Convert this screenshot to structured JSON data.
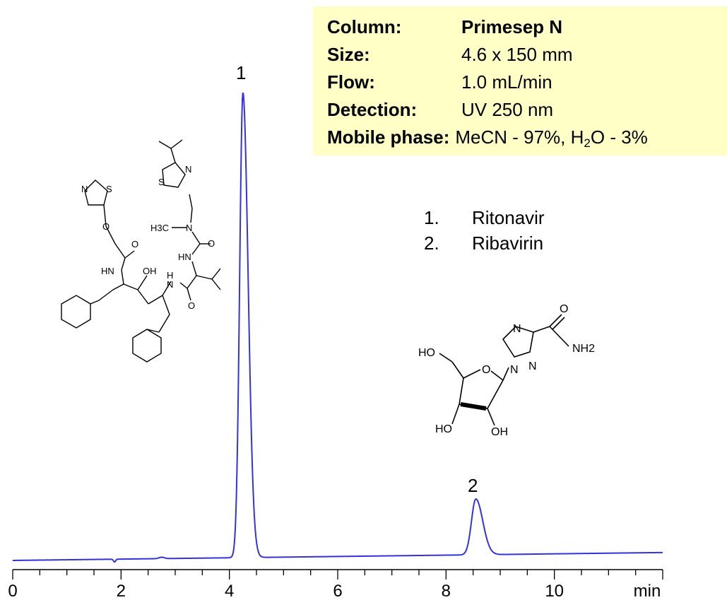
{
  "info": {
    "column_key": "Column:",
    "column_val": "Primesep N",
    "size_key": "Size:",
    "size_val": "4.6 x 150 mm",
    "flow_key": "Flow:",
    "flow_val": "1.0 mL/min",
    "detection_key": "Detection:",
    "detection_val": "UV 250 nm",
    "mobile_key": "Mobile phase:",
    "mobile_val_a": "MeCN - 97%, H",
    "mobile_sub": "2",
    "mobile_val_b": "O - 3%"
  },
  "legend": [
    {
      "num": "1.",
      "name": "Ritonavir"
    },
    {
      "num": "2.",
      "name": "Ribavirin"
    }
  ],
  "peaks": [
    {
      "label": "1",
      "rt": 4.25
    },
    {
      "label": "2",
      "rt": 8.55
    }
  ],
  "structures": {
    "ritonavir": {
      "labels": [
        "N",
        "S",
        "S",
        "N",
        "O",
        "O",
        "HN",
        "OH",
        "H",
        "N",
        "O",
        "HN",
        "O",
        "N",
        "H3C"
      ]
    },
    "ribavirin": {
      "labels": [
        "HO",
        "O",
        "N",
        "N",
        "N",
        "O",
        "NH2",
        "HO",
        "OH"
      ]
    }
  },
  "chart_data": {
    "type": "line",
    "xlabel": "min",
    "xlim": [
      0,
      12
    ],
    "ylim": [
      0,
      1
    ],
    "x_ticks": [
      0,
      2,
      4,
      6,
      8,
      10
    ],
    "x_tick_labels": [
      "0",
      "2",
      "4",
      "6",
      "8",
      "10"
    ],
    "grid": false,
    "line_color": "#3333dd",
    "series": [
      {
        "values_description_free": true,
        "peaks": [
          {
            "rt": 4.25,
            "height": 1.0,
            "width": 0.06
          },
          {
            "rt": 8.55,
            "height": 0.12,
            "width": 0.08
          }
        ],
        "baseline_start": 0.0,
        "baseline_end": 0.017
      }
    ]
  }
}
